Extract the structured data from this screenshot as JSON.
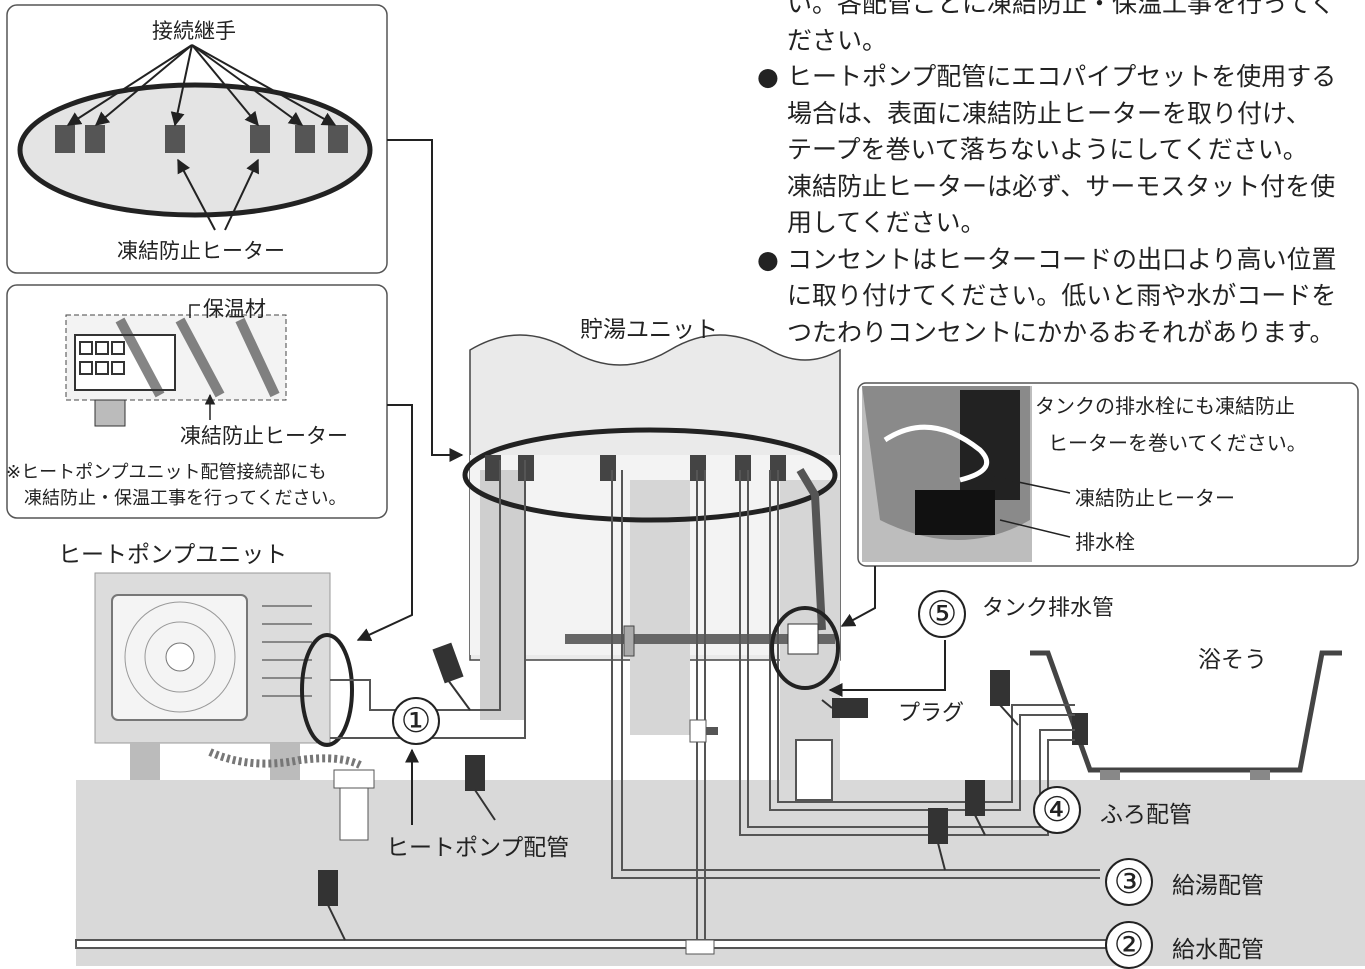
{
  "instructions": [
    {
      "bullet": false,
      "text": "い。各配管ごとに凍結防止・保温工事を行ってく"
    },
    {
      "bullet": false,
      "text": "ださい。"
    },
    {
      "bullet": true,
      "text": "ヒートポンプ配管にエコパイプセットを使用する"
    },
    {
      "bullet": false,
      "text": "場合は、表面に凍結防止ヒーターを取り付け、"
    },
    {
      "bullet": false,
      "text": "テープを巻いて落ちないようにしてください。"
    },
    {
      "bullet": false,
      "text": "凍結防止ヒーターは必ず、サーモスタット付を使"
    },
    {
      "bullet": false,
      "text": "用してください。"
    },
    {
      "bullet": true,
      "text": "コンセントはヒーターコードの出口より高い位置"
    },
    {
      "bullet": false,
      "text": "に取り付けてください。低いと雨や水がコードを"
    },
    {
      "bullet": false,
      "text": "つたわりコンセントにかかるおそれがあります。"
    }
  ],
  "bullet_glyph": "●",
  "callout_top": {
    "title": "接続継手",
    "bottom": "凍結防止ヒーター"
  },
  "callout_mid": {
    "insulation": "保温材",
    "heater": "凍結防止ヒーター",
    "note_line1": "※ヒートポンプユニット配管接続部にも",
    "note_line2": "凍結防止・保温工事を行ってください。"
  },
  "callout_right": {
    "line1": "タンクの排水栓にも凍結防止",
    "line2": "ヒーターを巻いてください。",
    "heater": "凍結防止ヒーター",
    "drain_plug": "排水栓"
  },
  "units": {
    "heat_pump": "ヒートポンプユニット",
    "tank": "貯湯ユニット",
    "bathtub": "浴そう"
  },
  "labels": {
    "plug": "プラグ",
    "heatpump_pipe": "ヒートポンプ配管"
  },
  "pipes": [
    {
      "num": "①"
    },
    {
      "num": "②",
      "label": "給水配管"
    },
    {
      "num": "③",
      "label": "給湯配管"
    },
    {
      "num": "④",
      "label": "ふろ配管"
    },
    {
      "num": "⑤",
      "label": "タンク排水管"
    }
  ]
}
